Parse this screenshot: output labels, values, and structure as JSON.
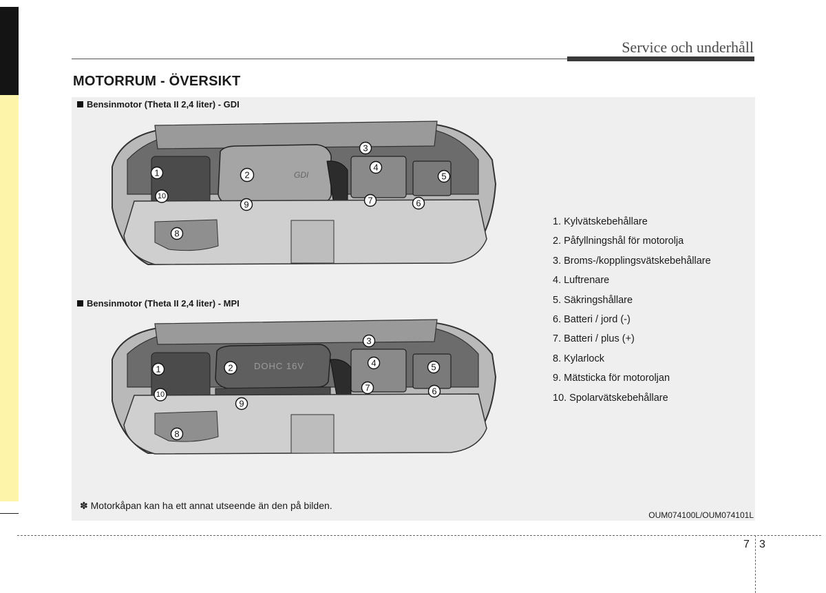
{
  "header": {
    "section_title": "Service och underhåll"
  },
  "page_title": "MOTORRUM - ÖVERSIKT",
  "figures": [
    {
      "label": "Bensinmotor (Theta II 2,4 liter) - GDI",
      "engine_badge": "GDI"
    },
    {
      "label": "Bensinmotor (Theta II 2,4 liter) - MPI",
      "engine_badge": "DOHC 16V"
    }
  ],
  "callouts": [
    "1",
    "2",
    "3",
    "4",
    "5",
    "6",
    "7",
    "8",
    "9",
    "10"
  ],
  "legend": [
    "1. Kylvätskebehållare",
    "2. Påfyllningshål för motorolja",
    "3. Broms-/kopplingsvätskebehållare",
    "4. Luftrenare",
    "5. Säkringshållare",
    "6. Batteri / jord (-)",
    "7. Batteri / plus (+)",
    "8. Kylarlock",
    "9. Mätsticka för motoroljan",
    "10. Spolarvätskebehållare"
  ],
  "note": "✽ Motorkåpan kan ha ett annat utseende än den på bilden.",
  "image_code": "OUM074100L/OUM074101L",
  "page": {
    "chapter": "7",
    "number": "3"
  },
  "colors": {
    "sidebar_yellow": "#fdf4a9",
    "sidebar_black": "#141414",
    "panel_gray": "#efefef"
  }
}
